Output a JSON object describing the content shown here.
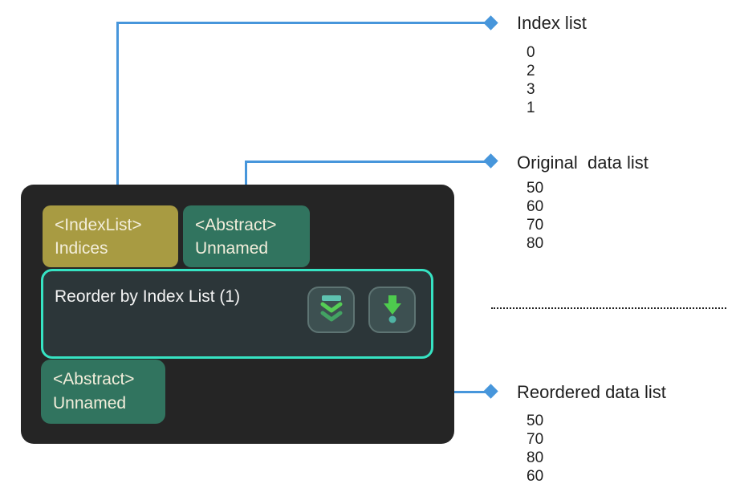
{
  "node_editor": {
    "input_tabs": [
      {
        "type_label": "<IndexList>",
        "name_label": "Indices"
      },
      {
        "type_label": "<Abstract>",
        "name_label": "Unnamed"
      }
    ],
    "node": {
      "title": "Reorder by Index List (1)",
      "buttons": [
        {
          "icon": "collapse-double-chevron-icon"
        },
        {
          "icon": "insert-output-arrow-icon"
        }
      ]
    },
    "output_tab": {
      "type_label": "<Abstract>",
      "name_label": "Unnamed"
    }
  },
  "annotations": {
    "index_list": {
      "title": "Index list",
      "values": [
        "0",
        "2",
        "3",
        "1"
      ]
    },
    "original_data": {
      "title": "Original  data list",
      "values": [
        "50",
        "60",
        "70",
        "80"
      ]
    },
    "reordered_data": {
      "title": "Reordered data list",
      "values": [
        "50",
        "70",
        "80",
        "60"
      ]
    }
  },
  "colors": {
    "connector_blue": "#4796db",
    "index_tab_olive": "#a89b42",
    "abstract_tab_teal": "#31745f",
    "node_border_cyan": "#36e3c3",
    "node_bg": "#2c3639",
    "panel_bg": "#252525",
    "icon_green": "#4ecb4e",
    "icon_teal": "#5ec2b0"
  }
}
